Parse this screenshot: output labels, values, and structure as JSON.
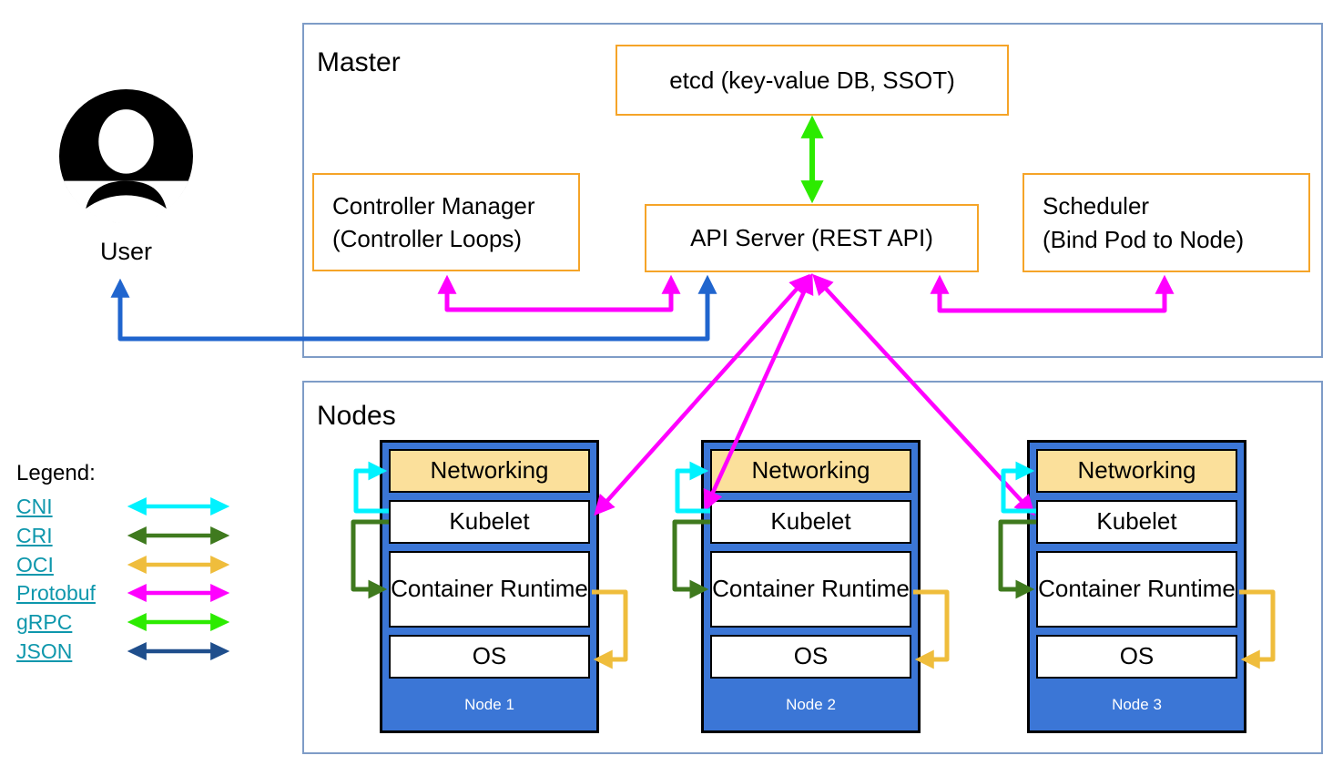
{
  "master": {
    "label": "Master",
    "etcd_label": "etcd (key-value DB, SSOT)",
    "api_server_label": "API Server (REST API)",
    "controller_manager": {
      "line1": "Controller Manager",
      "line2": "(Controller Loops)"
    },
    "scheduler": {
      "line1": "Scheduler",
      "line2": "(Bind Pod to Node)"
    }
  },
  "user": {
    "label": "User"
  },
  "nodes_section": {
    "label": "Nodes",
    "nodes": [
      {
        "name": "Node 1",
        "layers": [
          "Networking",
          "Kubelet",
          "Container Runtime",
          "OS"
        ]
      },
      {
        "name": "Node 2",
        "layers": [
          "Networking",
          "Kubelet",
          "Container Runtime",
          "OS"
        ]
      },
      {
        "name": "Node 3",
        "layers": [
          "Networking",
          "Kubelet",
          "Container Runtime",
          "OS"
        ]
      }
    ]
  },
  "legend": {
    "title": "Legend:",
    "items": [
      {
        "label": "CNI"
      },
      {
        "label": "CRI"
      },
      {
        "label": "OCI"
      },
      {
        "label": "Protobuf"
      },
      {
        "label": "gRPC"
      },
      {
        "label": "JSON"
      }
    ]
  },
  "colors": {
    "cni_cyan": "#00F2FF",
    "cri_green": "#3F7A1E",
    "oci_gold": "#EFBD3C",
    "protobuf_magenta": "#FF00FF",
    "grpc_green": "#2CEB00",
    "json_navy": "#1F4E8C",
    "user_arrow_blue": "#2065CE",
    "node_blue": "#3B76D6",
    "networking_tan": "#FBE09B",
    "box_border_orange": "#F5A428",
    "container_border_blue": "#7E9CC7",
    "legend_link_teal": "#0E97AC"
  }
}
